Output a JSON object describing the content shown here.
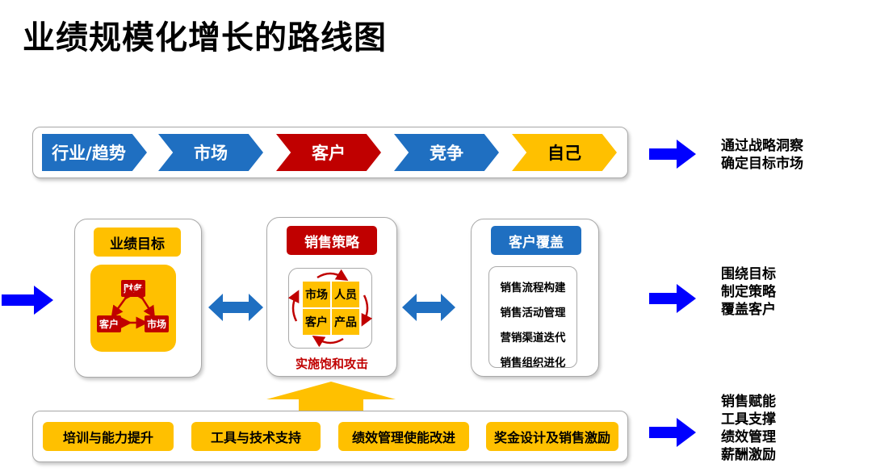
{
  "title": "业绩规模化增长的路线图",
  "colors": {
    "blue": "#1f6fc1",
    "red": "#c00000",
    "yellow": "#ffc000",
    "arrow_blue": "#0000ff"
  },
  "steps": [
    "行业/趋势",
    "市场",
    "客户",
    "竞争",
    "自己"
  ],
  "row1_note": [
    "通过战略洞察",
    "确定目标市场"
  ],
  "goal_box": {
    "label": "业绩目标",
    "top": "财务",
    "left": "客户",
    "right": "市场"
  },
  "strategy_box": {
    "label": "销售策略",
    "quadrants": [
      "市场",
      "人员",
      "客户",
      "产品"
    ],
    "caption": "实施饱和攻击"
  },
  "coverage_box": {
    "label": "客户覆盖",
    "items": [
      "销售流程构建",
      "销售活动管理",
      "营销渠道迭代",
      "销售组织进化"
    ]
  },
  "row2_note": [
    "围绕目标",
    "制定策略",
    "覆盖客户"
  ],
  "enablers": [
    "培训与能力提升",
    "工具与技术支持",
    "绩效管理使能改进",
    "奖金设计及销售激励"
  ],
  "row3_note": [
    "销售赋能",
    "工具支撑",
    "绩效管理",
    "薪酬激励"
  ]
}
